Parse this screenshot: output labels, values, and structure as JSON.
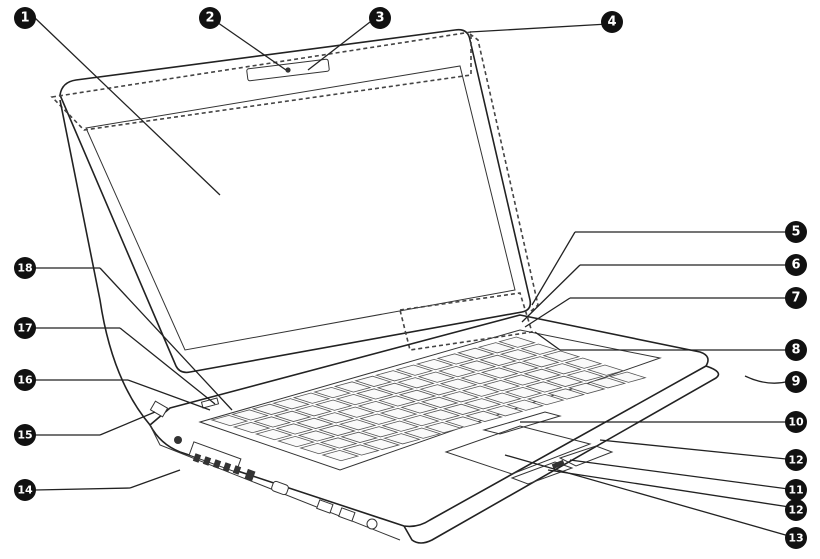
{
  "figure": {
    "callouts": [
      {
        "id": "callout-1",
        "label": "1"
      },
      {
        "id": "callout-2",
        "label": "2"
      },
      {
        "id": "callout-3",
        "label": "3"
      },
      {
        "id": "callout-4",
        "label": "4"
      },
      {
        "id": "callout-5",
        "label": "5"
      },
      {
        "id": "callout-6",
        "label": "6"
      },
      {
        "id": "callout-7",
        "label": "7"
      },
      {
        "id": "callout-8",
        "label": "8"
      },
      {
        "id": "callout-9",
        "label": "9"
      },
      {
        "id": "callout-10",
        "label": "10"
      },
      {
        "id": "callout-11",
        "label": "11"
      },
      {
        "id": "callout-12a",
        "label": "12"
      },
      {
        "id": "callout-12b",
        "label": "12"
      },
      {
        "id": "callout-13",
        "label": "13"
      },
      {
        "id": "callout-14",
        "label": "14"
      },
      {
        "id": "callout-15",
        "label": "15"
      },
      {
        "id": "callout-16",
        "label": "16"
      },
      {
        "id": "callout-17",
        "label": "17"
      },
      {
        "id": "callout-18",
        "label": "18"
      }
    ],
    "colors": {
      "ink": "#111111",
      "line": "#222222",
      "paper": "#ffffff"
    }
  }
}
